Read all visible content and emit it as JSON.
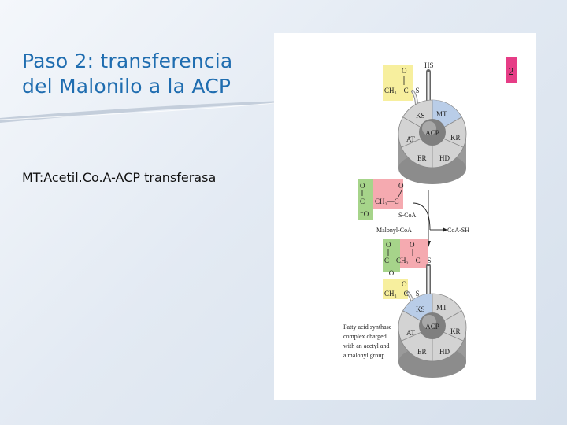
{
  "slide": {
    "title_line1": "Paso 2: transferencia",
    "title_line2": "del Malonilo a la ACP",
    "body_text": "MT:Acetil.Co.A-ACP transferasa"
  },
  "figure": {
    "step_badge": "2",
    "top_complex": {
      "hs_label": "HS",
      "acetyl_o": "O",
      "acetyl_group": "CH₃—C—S",
      "domains": {
        "ks": "KS",
        "mt": "MT",
        "acp": "ACP",
        "at": "AT",
        "kr": "KR",
        "er": "ER",
        "hd": "HD"
      }
    },
    "malonyl": {
      "o_left": "O",
      "o_right": "O",
      "c_left": "C",
      "ch2": "CH₂—C",
      "o_minus": "⁻O",
      "s_coa": "S-CoA",
      "name": "Malonyl-CoA",
      "product": "CoA-SH"
    },
    "bottom_complex": {
      "o_left": "O",
      "o_right": "O",
      "chain": "C—CH₂—C—S",
      "o_minus": "⁻O",
      "acetyl_o": "O",
      "acetyl_group": "CH₃—C—S",
      "domains": {
        "ks": "KS",
        "mt": "MT",
        "acp": "ACP",
        "at": "AT",
        "kr": "KR",
        "er": "ER",
        "hd": "HD"
      },
      "caption_lines": [
        "Fatty acid synthase",
        "complex charged",
        "with an acetyl and",
        "a malonyl group"
      ]
    },
    "colors": {
      "acetyl_yellow": "#f7ef9e",
      "malonyl_pink": "#f5aab0",
      "green": "#a6d48a",
      "mt_blue": "#b9cde8",
      "badge_pink": "#e63d86",
      "disk_gray": "#c9c9c9"
    }
  }
}
